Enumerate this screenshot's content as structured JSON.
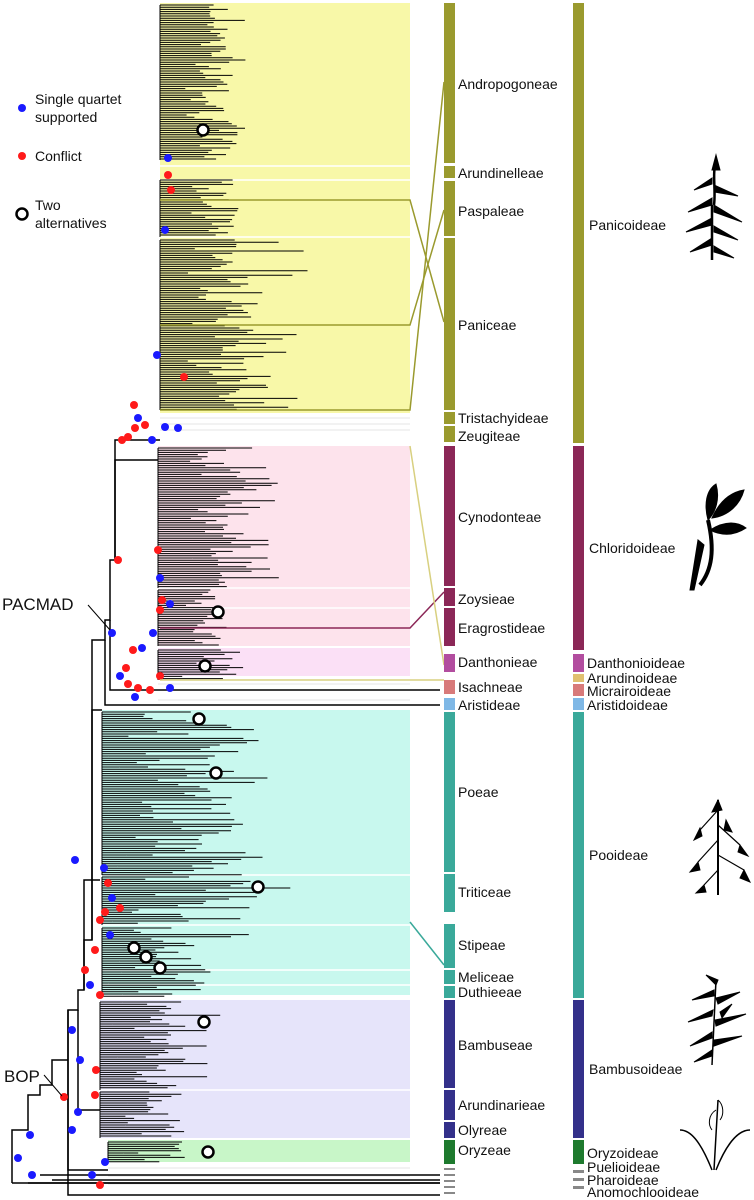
{
  "legend": {
    "single_quartet": {
      "line1": "Single quartet",
      "line2": "supported",
      "color": "#1a1aff"
    },
    "conflict": {
      "label": "Conflict",
      "color": "#ff1a1a"
    },
    "two_alternatives": {
      "line1": "Two",
      "line2": "alternatives"
    }
  },
  "node_labels": {
    "pacmad": "PACMAD",
    "bop": "BOP"
  },
  "tribes": [
    {
      "name": "Andropogoneae",
      "color": "#9a9a2e"
    },
    {
      "name": "Arundinelleae",
      "color": "#9a9a2e"
    },
    {
      "name": "Paspaleae",
      "color": "#9a9a2e"
    },
    {
      "name": "Paniceae",
      "color": "#9a9a2e"
    },
    {
      "name": "Tristachyideae",
      "color": "#9a9a2e"
    },
    {
      "name": "Zeugiteae",
      "color": "#9a9a2e"
    },
    {
      "name": "Cynodonteae",
      "color": "#8b2757"
    },
    {
      "name": "Zoysieae",
      "color": "#8b2757"
    },
    {
      "name": "Eragrostideae",
      "color": "#8b2757"
    },
    {
      "name": "Danthonieae",
      "color": "#b24d9f"
    },
    {
      "name": "Isachneae",
      "color": "#d87a7a"
    },
    {
      "name": "Aristideae",
      "color": "#7fb8e6"
    },
    {
      "name": "Poeae",
      "color": "#3aa99a"
    },
    {
      "name": "Triticeae",
      "color": "#3aa99a"
    },
    {
      "name": "Stipeae",
      "color": "#3aa99a"
    },
    {
      "name": "Meliceae",
      "color": "#3aa99a"
    },
    {
      "name": "Duthieeae",
      "color": "#3aa99a"
    },
    {
      "name": "Bambuseae",
      "color": "#33308a"
    },
    {
      "name": "Arundinarieae",
      "color": "#33308a"
    },
    {
      "name": "Olyreae",
      "color": "#33308a"
    },
    {
      "name": "Oryzeae",
      "color": "#1e7a2e"
    }
  ],
  "subfamilies": [
    {
      "name": "Panicoideae",
      "color": "#9a9a2e"
    },
    {
      "name": "Chloridoideae",
      "color": "#8b2757"
    },
    {
      "name": "Danthonioideae",
      "color": "#b24d9f"
    },
    {
      "name": "Arundinoideae",
      "color": "#e0c070"
    },
    {
      "name": "Micrairoideae",
      "color": "#d87a7a"
    },
    {
      "name": "Aristidoideae",
      "color": "#7fb8e6"
    },
    {
      "name": "Pooideae",
      "color": "#3aa99a"
    },
    {
      "name": "Bambusoideae",
      "color": "#33308a"
    },
    {
      "name": "Oryzoideae",
      "color": "#1e7a2e"
    },
    {
      "name": "Puelioideae",
      "color": "#888888"
    },
    {
      "name": "Pharoideae",
      "color": "#888888"
    },
    {
      "name": "Anomochlooideae",
      "color": "#888888"
    }
  ],
  "clade_colors": {
    "panicoideae_bg": "#f8f8a8",
    "chloridoideae_bg": "#fde3ec",
    "danthonioideae_bg": "#fbe0f6",
    "pooideae_bg": "#c8f8ee",
    "bambusoideae_bg": "#e6e4fa",
    "oryzoideae_bg": "#c8f6c8"
  }
}
